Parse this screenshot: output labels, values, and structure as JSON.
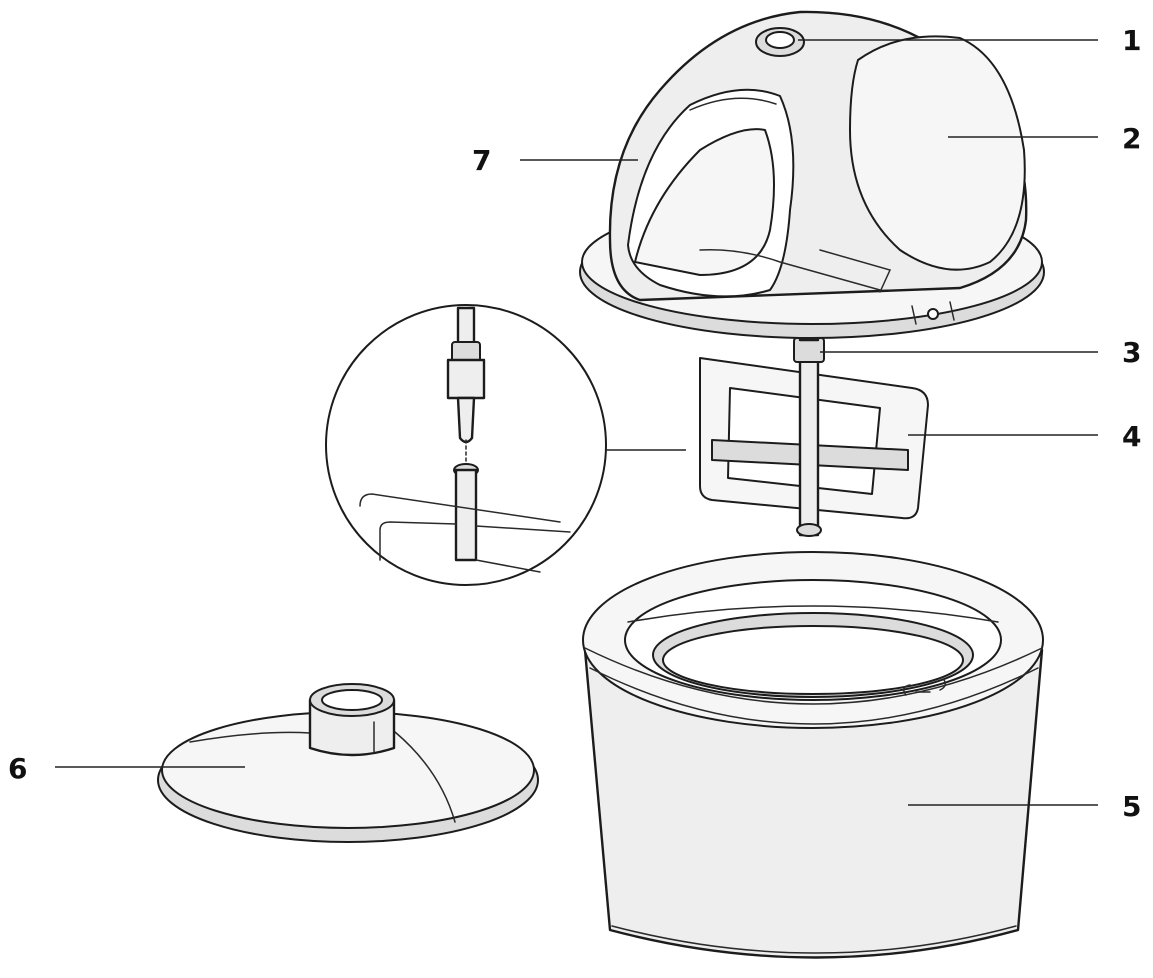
{
  "diagram": {
    "parts": [
      {
        "id": "1",
        "label": "1"
      },
      {
        "id": "2",
        "label": "2"
      },
      {
        "id": "3",
        "label": "3"
      },
      {
        "id": "4",
        "label": "4"
      },
      {
        "id": "5",
        "label": "5"
      },
      {
        "id": "6",
        "label": "6"
      },
      {
        "id": "7",
        "label": "7"
      }
    ],
    "colors": {
      "line": "#1c1c1c",
      "fill": "#eeeeee",
      "background": "#ffffff"
    }
  }
}
